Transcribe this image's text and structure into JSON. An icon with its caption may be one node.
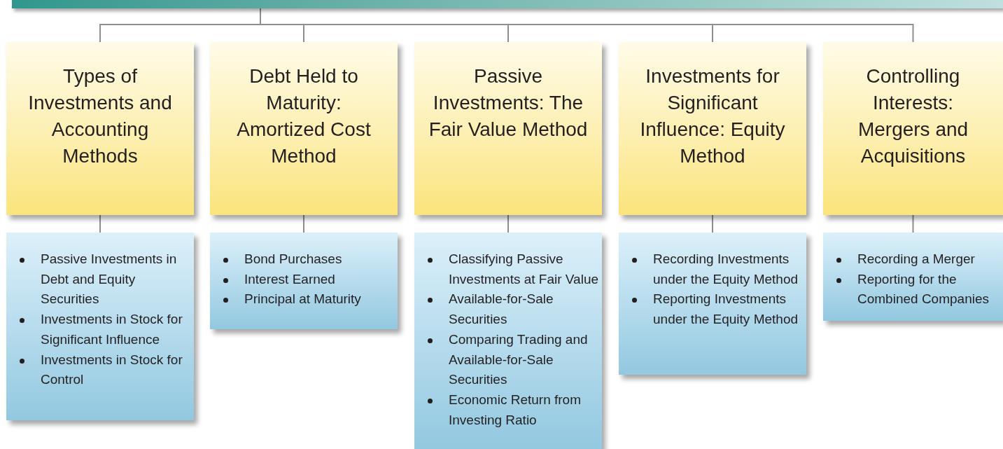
{
  "diagram": {
    "nodes": [
      {
        "text": [],
        "shape": "bar"
      },
      {
        "text": [
          "Types of Investments and Accounting Methods"
        ]
      },
      {
        "text": [
          "Debt Held to Maturity: Amortized Cost Method"
        ]
      },
      {
        "text": [
          "Passive Investments: The Fair Value Method"
        ]
      },
      {
        "text": [
          "Investments for Significant Influence: Equity Method"
        ]
      },
      {
        "text": [
          "Controlling Interests: Mergers and Acquisitions"
        ]
      },
      {
        "text": [
          "Passive Investments in Debt and Equity Securities",
          "Investments in Stock for Significant Influence",
          "Investments in Stock for Control"
        ]
      },
      {
        "text": [
          "Bond Purchases",
          "Interest Earned",
          "Principal at Maturity"
        ]
      },
      {
        "text": [
          "Classifying Passive Investments at Fair Value",
          "Available-for-Sale Securities",
          "Comparing Trading and Available-for-Sale Securities",
          "Economic Return from Investing Ratio"
        ]
      },
      {
        "text": [
          "Recording Investments under the Equity Method",
          "Reporting Investments under the Equity Method"
        ]
      },
      {
        "text": [
          "Recording a Merger",
          "Reporting for the Combined Companies"
        ]
      }
    ],
    "edges": [
      {
        "from": 0,
        "to": 1,
        "arrow": "none"
      },
      {
        "from": 0,
        "to": 2,
        "arrow": "none"
      },
      {
        "from": 0,
        "to": 3,
        "arrow": "none"
      },
      {
        "from": 0,
        "to": 4,
        "arrow": "none"
      },
      {
        "from": 0,
        "to": 5,
        "arrow": "none"
      },
      {
        "from": 1,
        "to": 6,
        "arrow": "none"
      },
      {
        "from": 2,
        "to": 7,
        "arrow": "none"
      },
      {
        "from": 3,
        "to": 8,
        "arrow": "none"
      },
      {
        "from": 4,
        "to": 9,
        "arrow": "none"
      },
      {
        "from": 5,
        "to": 10,
        "arrow": "none"
      }
    ]
  }
}
